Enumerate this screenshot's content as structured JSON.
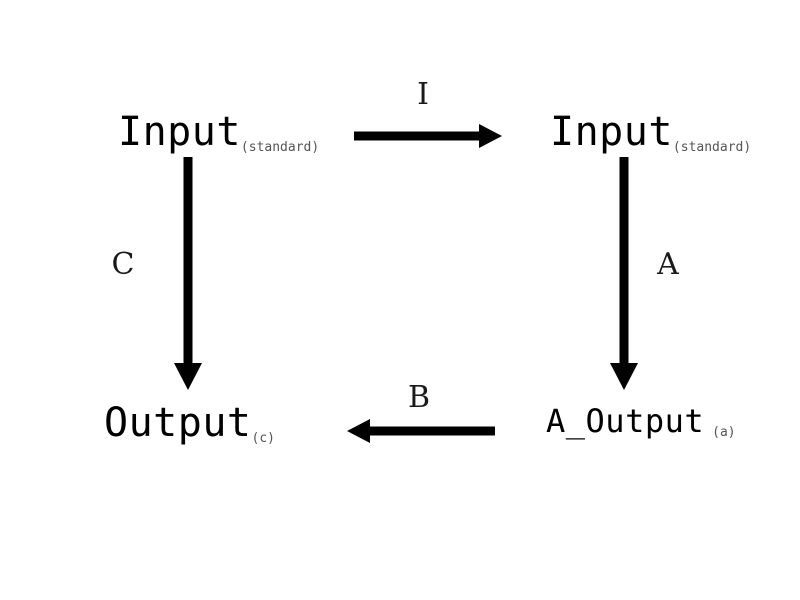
{
  "diagram": {
    "type": "directed-graph",
    "title": "",
    "background_color": "#ffffff",
    "arrow_color": "#000000",
    "node_text_color": "#000000",
    "subscript_color": "#555555",
    "nodes": [
      {
        "id": "input-left",
        "label": "Input",
        "subscript": "(standard)",
        "position": "top-left"
      },
      {
        "id": "input-right",
        "label": "Input",
        "subscript": "(standard)",
        "position": "top-right"
      },
      {
        "id": "output-c",
        "label": "Output",
        "subscript": "(c)",
        "position": "bottom-left"
      },
      {
        "id": "a-output",
        "label": "A_Output",
        "subscript": "(a)",
        "position": "bottom-right"
      }
    ],
    "edges": [
      {
        "id": "edge-i",
        "label": "I",
        "from": "input-left",
        "to": "input-right",
        "direction": "right"
      },
      {
        "id": "edge-a",
        "label": "A",
        "from": "input-right",
        "to": "a-output",
        "direction": "down"
      },
      {
        "id": "edge-b",
        "label": "B",
        "from": "a-output",
        "to": "output-c",
        "direction": "left"
      },
      {
        "id": "edge-c",
        "label": "C",
        "from": "input-left",
        "to": "output-c",
        "direction": "down"
      }
    ]
  }
}
